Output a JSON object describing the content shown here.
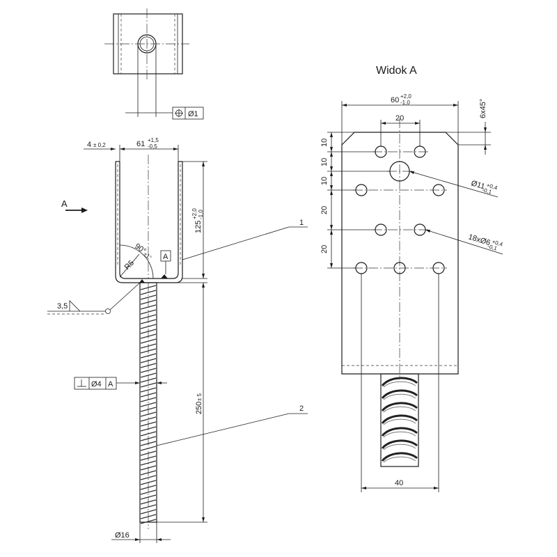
{
  "view_title": "Widok A",
  "view_arrow_label": "A",
  "top_view": {
    "position_tolerance_value": "Ø1"
  },
  "side_view": {
    "wall_thickness": "4",
    "wall_thickness_tol": "± 0,2",
    "inner_width": "61",
    "inner_width_tol_upper": "+1,5",
    "inner_width_tol_lower": "-0,5",
    "height": "125",
    "height_tol_upper": "+2,0",
    "height_tol_lower": "-1,0",
    "angle": "90°",
    "angle_tol": "±1°",
    "radius": "R5",
    "datum_label": "A",
    "weld_size": "3,5",
    "rod_length": "250",
    "rod_length_tol": "± 5",
    "rod_diameter": "Ø16",
    "perpendicularity_value": "Ø4",
    "perpendicularity_datum": "A"
  },
  "view_a": {
    "plate_width": "60",
    "plate_width_tol_upper": "+2,0",
    "plate_width_tol_lower": "-1,0",
    "chamfer": "6x45°",
    "hole_spacing_top": "20",
    "vert_dims": [
      "10",
      "10",
      "10",
      "20",
      "20"
    ],
    "large_hole": "Ø11",
    "large_hole_tol_upper": "+0,4",
    "large_hole_tol_lower": "-0,1",
    "small_holes": "18xØ6",
    "small_holes_tol_upper": "+0,4",
    "small_holes_tol_lower": "-0,1",
    "rod_spacing": "40"
  },
  "callouts": [
    "1",
    "2"
  ]
}
